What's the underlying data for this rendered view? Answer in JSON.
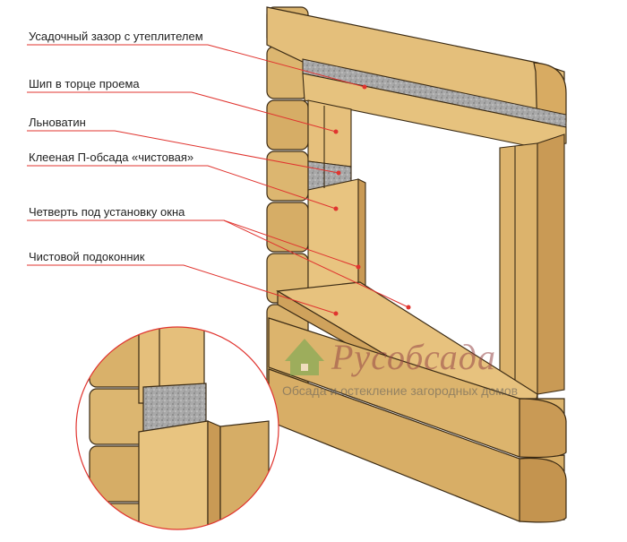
{
  "callouts": [
    "Усадочный зазор с утеплителем",
    "Шип в торце проема",
    "Льноватин",
    "Клееная П-обсада «чистовая»",
    "Четверть под установку окна",
    "Чистовой подоконник"
  ],
  "watermark": {
    "brand": "Русобсада",
    "tagline": "Обсада и остекление загородных домов"
  },
  "colors": {
    "leader": "#e0342f",
    "wood_light": "#e7c27f",
    "wood_mid": "#d4a863",
    "wood_dark": "#b88a4a",
    "outline": "#3a2a14",
    "insulation": "#9c9c9c"
  }
}
